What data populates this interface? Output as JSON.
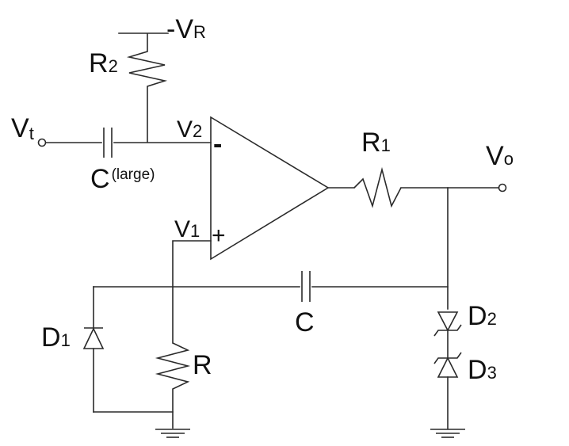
{
  "labels": {
    "neg_vr_prefix": "-V",
    "neg_vr_sub": "R",
    "r2_main": "R",
    "r2_sub": "2",
    "vt_main": "V",
    "vt_sub": "t",
    "c_large_main": "C",
    "c_large_note": "(large)",
    "v2_main": "V",
    "v2_sub": "2",
    "minus": "-",
    "plus": "+",
    "v1_main": "V",
    "v1_sub": "1",
    "r1_main": "R",
    "r1_sub": "1",
    "vo_main": "V",
    "vo_sub": "o",
    "c_main": "C",
    "d1_main": "D",
    "d1_sub": "1",
    "r_main": "R",
    "d2_main": "D",
    "d2_sub": "2",
    "d3_main": "D",
    "d3_sub": "3"
  }
}
